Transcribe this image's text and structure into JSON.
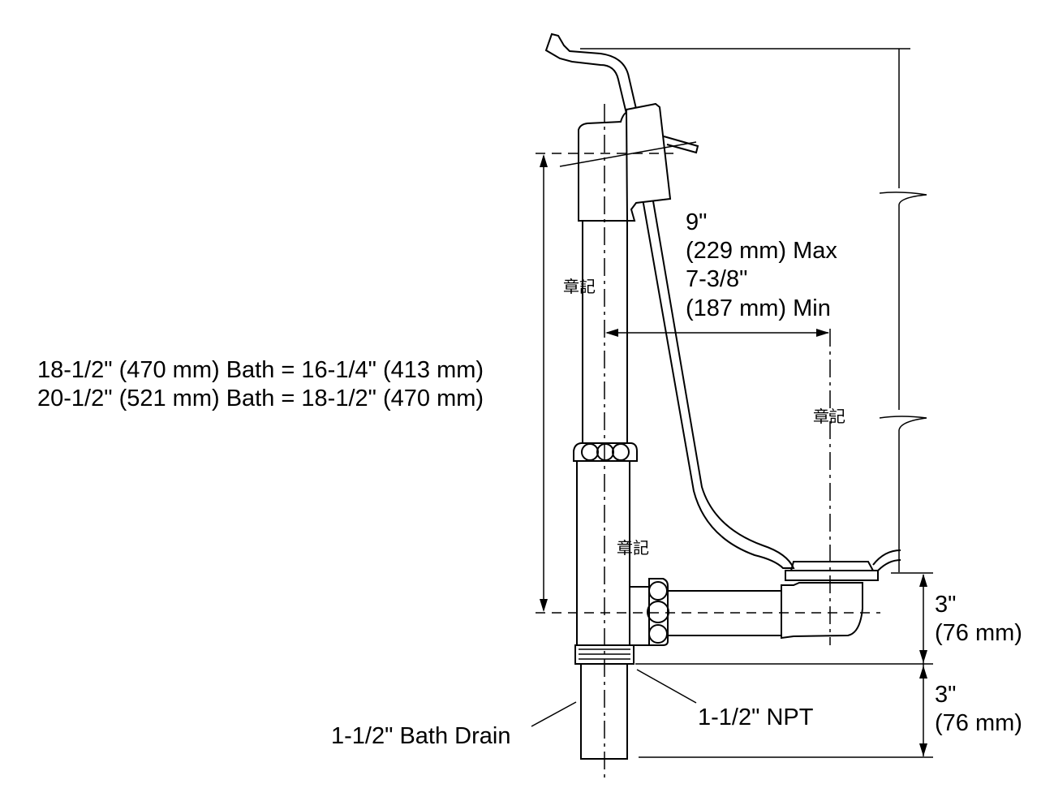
{
  "diagram": {
    "overflow_label": {
      "line1": "9\"",
      "line2": "(229 mm) Max",
      "line3": "7-3/8\"",
      "line4": "(187 mm) Min"
    },
    "height_label": {
      "line1": "18-1/2\" (470 mm) Bath = 16-1/4\" (413 mm)",
      "line2": "20-1/2\" (521 mm) Bath = 18-1/2\" (470 mm)"
    },
    "centerline_symbol": "章記",
    "dim_upper": {
      "line1": "3\"",
      "line2": "(76 mm)"
    },
    "dim_lower": {
      "line1": "3\"",
      "line2": "(76 mm)"
    },
    "npt_label": "1-1/2\" NPT",
    "bath_drain_label": "1-1/2\" Bath Drain"
  }
}
